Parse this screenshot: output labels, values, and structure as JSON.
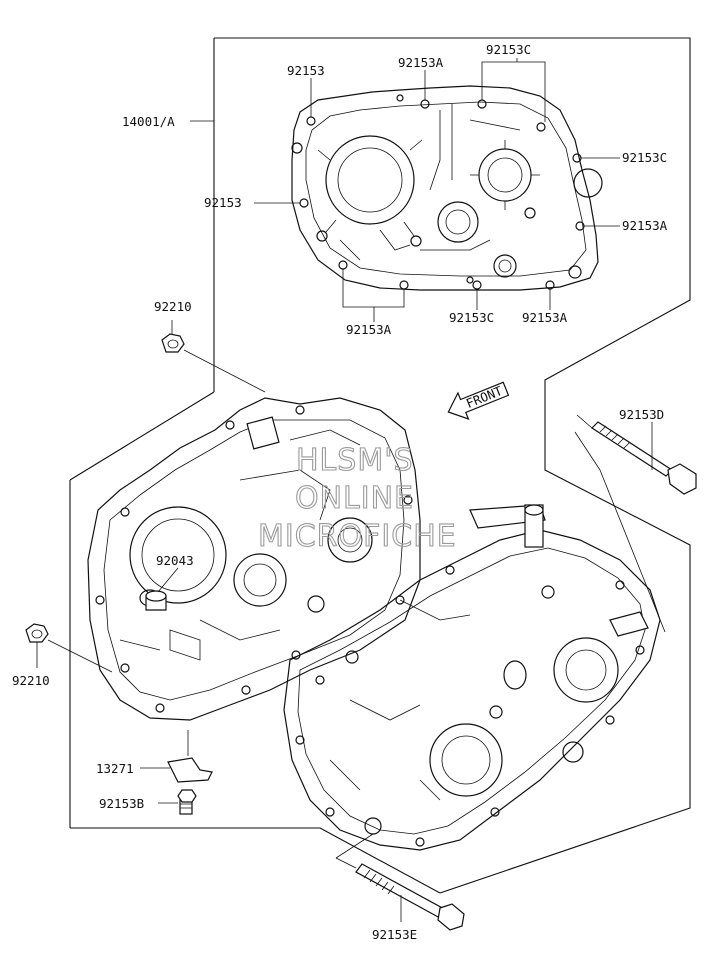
{
  "watermark": {
    "line1": "HLSM'S",
    "line2": "ONLINE",
    "line3": "MICROFICHE"
  },
  "direction_arrow": {
    "text": "FRONT"
  },
  "part_labels": {
    "crankcase_set": "14001/A",
    "bolt_top_1": "92153",
    "bolt_top_2": "92153A",
    "bolt_top_3": "92153C",
    "bolt_right_1": "92153C",
    "bolt_left_1": "92153",
    "bolt_right_2": "92153A",
    "bolt_bottom_1": "92153A",
    "bolt_bottom_2": "92153C",
    "bolt_bottom_3": "92153A",
    "nut_upper": "92210",
    "bolt_long_d": "92153D",
    "dowel_pin": "92043",
    "nut_lower": "92210",
    "plate": "13271",
    "bolt_b": "92153B",
    "bolt_long_e": "92153E"
  }
}
